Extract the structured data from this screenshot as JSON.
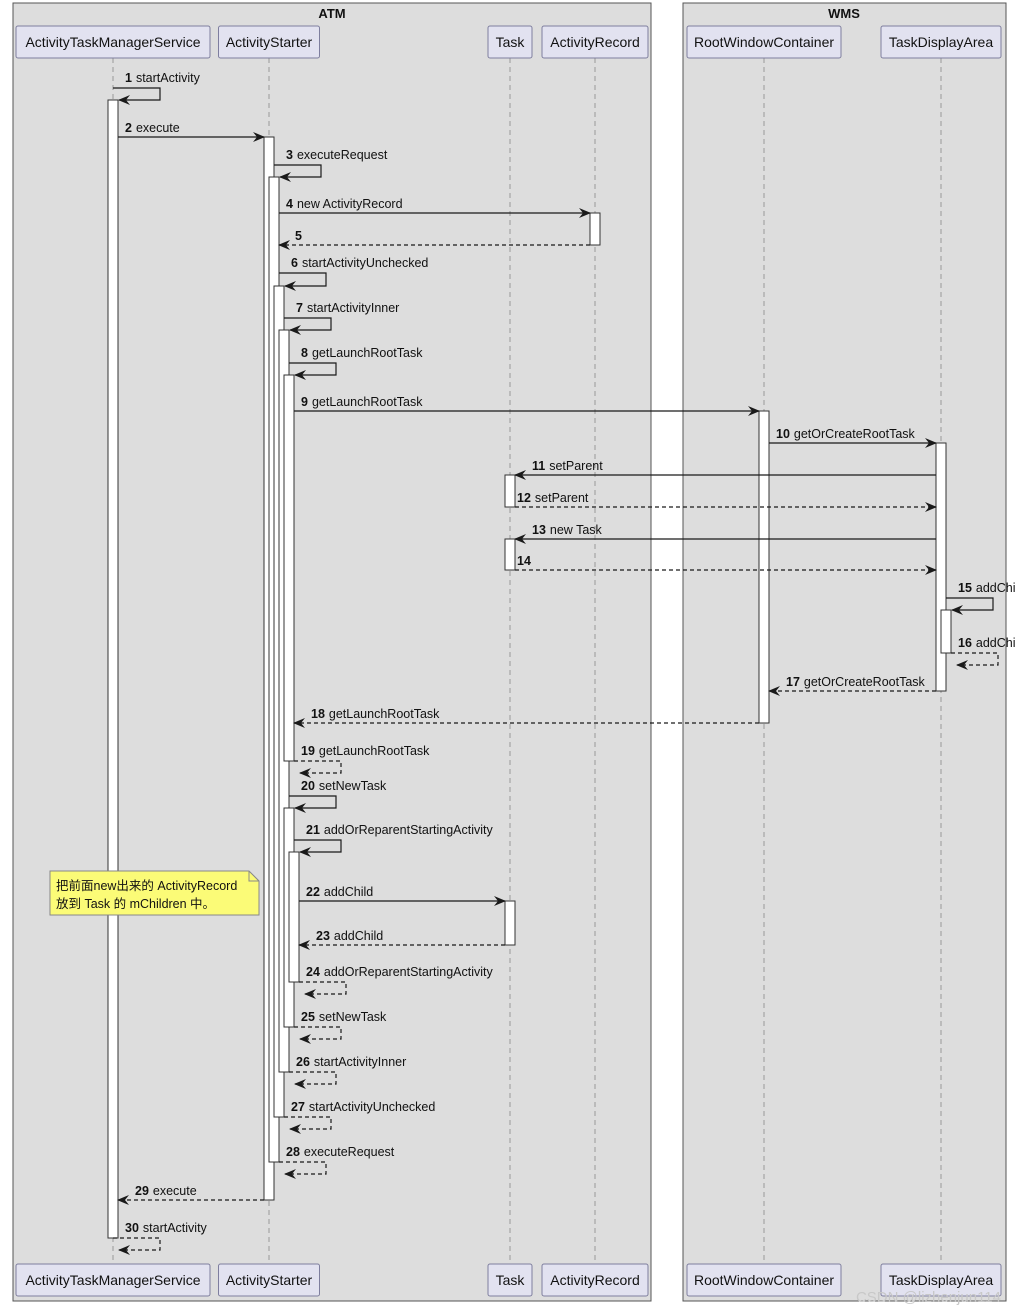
{
  "boxes": [
    {
      "id": "atm",
      "title": "ATM"
    },
    {
      "id": "wms",
      "title": "WMS"
    }
  ],
  "participants": [
    {
      "id": "atms",
      "label": "ActivityTaskManagerService"
    },
    {
      "id": "as",
      "label": "ActivityStarter"
    },
    {
      "id": "task",
      "label": "Task"
    },
    {
      "id": "ar",
      "label": "ActivityRecord"
    },
    {
      "id": "rwc",
      "label": "RootWindowContainer"
    },
    {
      "id": "tda",
      "label": "TaskDisplayArea"
    }
  ],
  "messages": [
    {
      "num": "1",
      "text": "startActivity",
      "from": "atms",
      "to": "atms",
      "dashed": false
    },
    {
      "num": "2",
      "text": "execute",
      "from": "atms",
      "to": "as",
      "dashed": false
    },
    {
      "num": "3",
      "text": "executeRequest",
      "from": "as",
      "to": "as",
      "dashed": false
    },
    {
      "num": "4",
      "text": "new ActivityRecord",
      "from": "as",
      "to": "ar",
      "dashed": false
    },
    {
      "num": "5",
      "text": "",
      "from": "ar",
      "to": "as",
      "dashed": true
    },
    {
      "num": "6",
      "text": "startActivityUnchecked",
      "from": "as",
      "to": "as",
      "dashed": false
    },
    {
      "num": "7",
      "text": "startActivityInner",
      "from": "as",
      "to": "as",
      "dashed": false
    },
    {
      "num": "8",
      "text": "getLaunchRootTask",
      "from": "as",
      "to": "as",
      "dashed": false
    },
    {
      "num": "9",
      "text": "getLaunchRootTask",
      "from": "as",
      "to": "rwc",
      "dashed": false
    },
    {
      "num": "10",
      "text": "getOrCreateRootTask",
      "from": "rwc",
      "to": "tda",
      "dashed": false
    },
    {
      "num": "11",
      "text": "setParent",
      "from": "tda",
      "to": "task",
      "dashed": false
    },
    {
      "num": "12",
      "text": "setParent",
      "from": "task",
      "to": "tda",
      "dashed": true
    },
    {
      "num": "13",
      "text": "new Task",
      "from": "tda",
      "to": "task",
      "dashed": false
    },
    {
      "num": "14",
      "text": "",
      "from": "task",
      "to": "tda",
      "dashed": true
    },
    {
      "num": "15",
      "text": "addChi",
      "from": "tda",
      "to": "tda",
      "dashed": false
    },
    {
      "num": "16",
      "text": "addChi",
      "from": "tda",
      "to": "tda",
      "dashed": true
    },
    {
      "num": "17",
      "text": "getOrCreateRootTask",
      "from": "tda",
      "to": "rwc",
      "dashed": true
    },
    {
      "num": "18",
      "text": "getLaunchRootTask",
      "from": "rwc",
      "to": "as",
      "dashed": true
    },
    {
      "num": "19",
      "text": "getLaunchRootTask",
      "from": "as",
      "to": "as",
      "dashed": true
    },
    {
      "num": "20",
      "text": "setNewTask",
      "from": "as",
      "to": "as",
      "dashed": false
    },
    {
      "num": "21",
      "text": "addOrReparentStartingActivity",
      "from": "as",
      "to": "as",
      "dashed": false
    },
    {
      "num": "22",
      "text": "addChild",
      "from": "as",
      "to": "task",
      "dashed": false
    },
    {
      "num": "23",
      "text": "addChild",
      "from": "task",
      "to": "as",
      "dashed": true
    },
    {
      "num": "24",
      "text": "addOrReparentStartingActivity",
      "from": "as",
      "to": "as",
      "dashed": true
    },
    {
      "num": "25",
      "text": "setNewTask",
      "from": "as",
      "to": "as",
      "dashed": true
    },
    {
      "num": "26",
      "text": "startActivityInner",
      "from": "as",
      "to": "as",
      "dashed": true
    },
    {
      "num": "27",
      "text": "startActivityUnchecked",
      "from": "as",
      "to": "as",
      "dashed": true
    },
    {
      "num": "28",
      "text": "executeRequest",
      "from": "as",
      "to": "as",
      "dashed": true
    },
    {
      "num": "29",
      "text": "execute",
      "from": "as",
      "to": "atms",
      "dashed": true
    },
    {
      "num": "30",
      "text": "startActivity",
      "from": "atms",
      "to": "atms",
      "dashed": true
    }
  ],
  "note": {
    "lines": [
      "把前面new出来的 ActivityRecord",
      "放到 Task 的 mChildren 中。"
    ]
  },
  "watermark": "CSDN @lizhenjun114"
}
